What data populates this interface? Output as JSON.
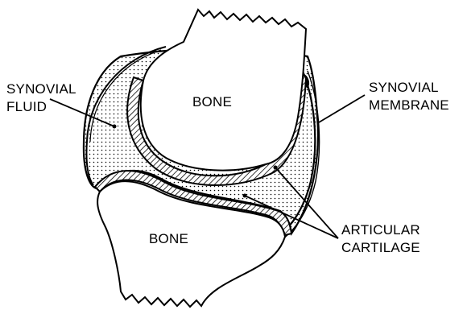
{
  "labels": {
    "synovial_fluid": [
      "SYNOVIAL",
      "FLUID"
    ],
    "synovial_membrane": [
      "SYNOVIAL",
      "MEMBRANE"
    ],
    "articular_cartilage": [
      "ARTICULAR",
      "CARTILAGE"
    ],
    "bone_top": "BONE",
    "bone_bottom": "BONE"
  },
  "colors": {
    "ink": "#000000",
    "bone_fill": "#ffffff",
    "fluid_dots": "#000000"
  }
}
